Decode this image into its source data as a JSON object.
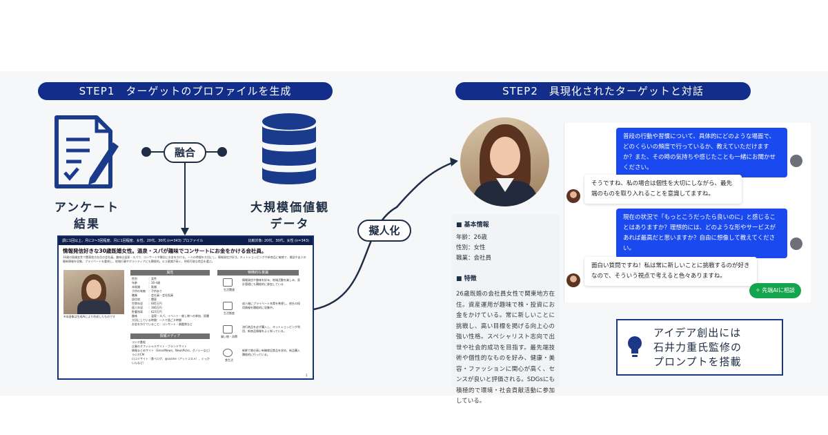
{
  "step1": {
    "label": "STEP1　ターゲットのプロファイルを生成"
  },
  "step2": {
    "label": "STEP2　具現化されたターゲットと対話"
  },
  "sources": {
    "survey": "アンケート\n結果",
    "survey_l1": "アンケート",
    "survey_l2": "結果",
    "db_l1": "大規模価値観",
    "db_l2": "データ"
  },
  "merge_label": "融合",
  "personify_label": "擬人化",
  "doc": {
    "header_left": "調に1回以上、月に2～3回程度、月に1回程度、女性、20代、30代 (n=343) プロファイル",
    "header_right": "比較対象: 20代、30代、女性 (n=343)",
    "title": "情報発信好きな30歳既婚女性。温泉・スパが趣味でコンサートにお金をかける会社員。",
    "desc": "30歳の既婚女性で関東地方在住の会社員。趣味は温泉・スパで、コンサートや舞台にお金をかける。一人の時間を大切にし、情報発信が好き。ネットショッピングや新商品に敏感で、雑誌や友人の最新情報を収集。プライベートを重視し、地域行事やボランティアにも積極的。エコ意識が高く、持続可能な商品を選ぶ。",
    "attr_head": "属性",
    "media_head": "情報メディア",
    "trait_head": "特徴的な意識",
    "photo_caption": "※本画像は生成AIにより作成したものです",
    "attrs": [
      "性別　　　　：女性",
      "年齢　　　　：30-4歳",
      "未既婚　　　：既婚",
      "子供の有無　：子供あり",
      "職業　　　　：会社員・会社役員",
      "居住地　　　：関東",
      "世帯年収　　：685万円",
      "個人年収　　：366万円",
      "貯蓄残高　　：623万円",
      "趣味　　　　：温泉・スパ、イベント・催し物への参加、読書",
      "大切にしている時間：一人で過ごす時間",
      "お金をかけていること：コンサート・劇鑑賞など"
    ],
    "media": [
      "ラジオ番組",
      "企業のオフィシャルサイト・ブランドサイト",
      "情報まとめサイト（SmartNews、NewsPicks、グノシーなど）",
      "ラジオCM",
      "口コミサイト（食べログ、@cosme（アットコスメ）、ぐっかいんなど）"
    ],
    "traits": [
      "情報発信や趣味を好み、地域活動を楽しみ、家計管理にも積極的に参加している",
      "成人後にプライベート充実を希望し、他社の採用情報を積極的に収集中。",
      "流行商品を必ず購入し、ネットショッピング利用、新商品情報をよく知っている。",
      "新鮮で質の高い有機栽培食品を求め、新品購入積極的に行っている。"
    ],
    "trait_icon_labels": [
      "生活関連",
      "生活態度",
      "買い物・消費",
      "食生活"
    ],
    "page_no": "1"
  },
  "profile": {
    "basic_head": "■ 基本情報",
    "age": "年齢：26歳",
    "gender": "性別：女性",
    "job": "職業：会社員",
    "feature_head": "■ 特徴",
    "feature_text": "26歳既婚の会社員女性で関東地方在住。資産運用が趣味で株・投資にお金をかけている。常に新しいことに挑戦し、高い目標を掲げる向上心の強い性格。スペシャリスト志向で出世や社会的成功を目指す。最先端技術や個性的なものを好み、健康・美容・ファッションに関心が高く、センスが良いと評価される。SDGsにも積極的で環境・社会貢献活動に参加している。"
  },
  "chat": {
    "messages": [
      {
        "role": "user",
        "text": "普段の行動や習慣について、具体的にどのような場面で、どのくらいの頻度で行っているか、教えていただけますか？また、その時の気持ちや感じたことも一緒にお聞かせください。"
      },
      {
        "role": "ai",
        "text": "そうですね、私の場合は個性を大切にしながら、最先端のものを取り入れることを意識してますね。"
      },
      {
        "role": "user",
        "text": "現在の状況で「もっとこうだったら良いのに」と感じることはありますか？理想的には、どのような形やサービスがあれば最高だと思いますか？自由に想像して教えてください。"
      },
      {
        "role": "ai",
        "text": "面白い質問ですね！私は常に新しいことに挑戦するのが好きなので、そういう視点で考えると色々ありますね。"
      }
    ],
    "consult_label": "先端AIに相談"
  },
  "idea": {
    "line1": "アイデア創出には",
    "line2": "石井力重氏監修の",
    "line3": "プロンプトを搭載"
  },
  "colors": {
    "navy": "#122d8a",
    "ink": "#1d2d44",
    "user_bubble": "#1a49f0",
    "consult_green": "#14a44d"
  },
  "icons": [
    "survey-document-icon",
    "database-icon",
    "lightbulb-icon",
    "user-icon",
    "person-photo"
  ]
}
